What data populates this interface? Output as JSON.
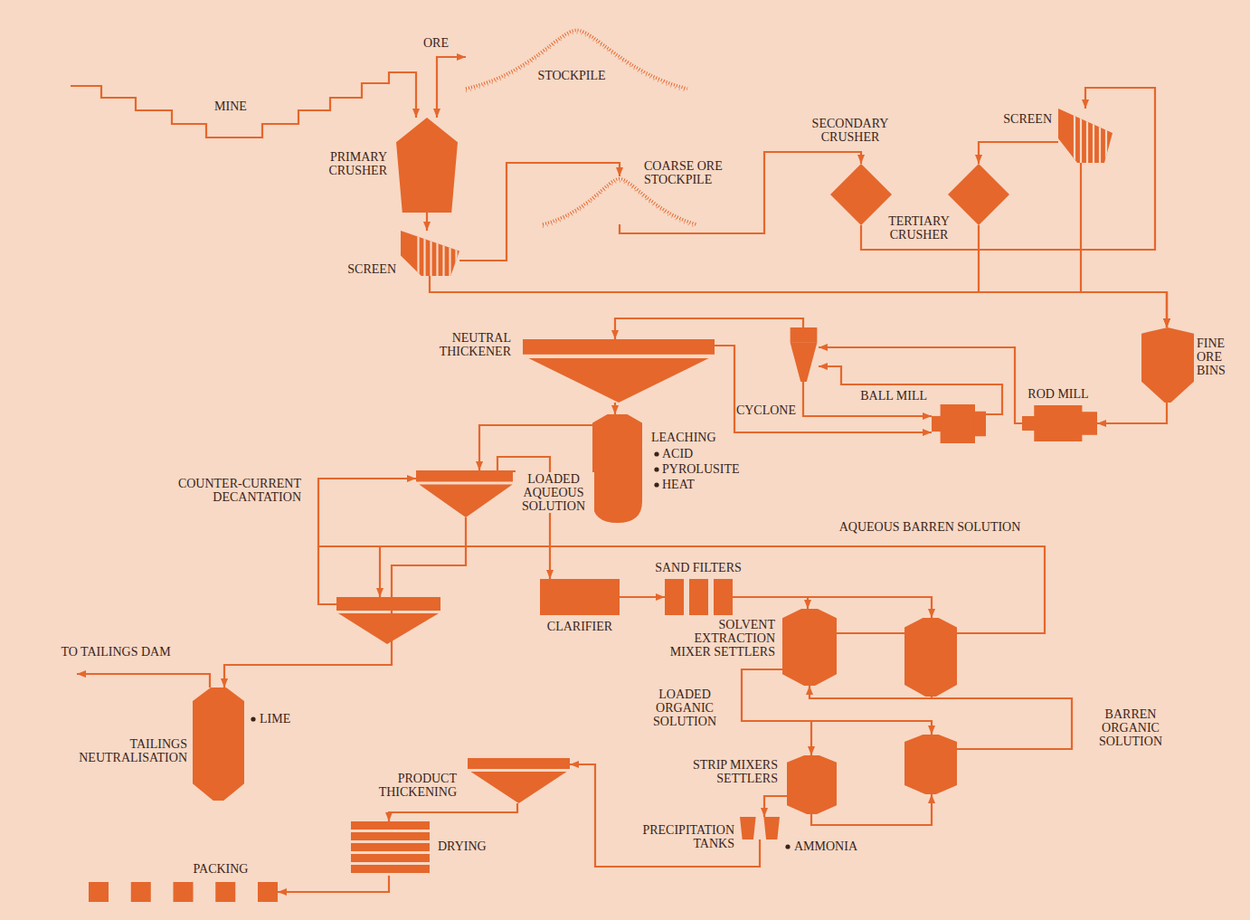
{
  "diagram": {
    "nodes": [
      {
        "text": [
          "MINE"
        ]
      },
      {
        "text": [
          "PRIMARY CRUSHER"
        ]
      },
      {
        "text": [
          "STOCKPILE"
        ]
      },
      {
        "text": [
          "SCREEN"
        ]
      },
      {
        "text": [
          "COARSE ORE STOCKPILE"
        ]
      },
      {
        "text": [
          "SECONDARY CRUSHER"
        ]
      },
      {
        "text": [
          "TERTIARY CRUSHER"
        ]
      },
      {
        "text": [
          "SCREEN"
        ]
      },
      {
        "text": [
          "FINE ORE BINS"
        ]
      },
      {
        "text": [
          "ROD MILL"
        ]
      },
      {
        "text": [
          "BALL MILL"
        ]
      },
      {
        "text": [
          "CYCLONE"
        ]
      },
      {
        "text": [
          "NEUTRAL THICKENER"
        ]
      },
      {
        "text": [
          "LEACHING",
          "ACID",
          "PYROLUSITE",
          "HEAT"
        ]
      },
      {
        "text": [
          "COUNTER-CURRENT DECANTATION"
        ]
      },
      {
        "text": [
          "CLARIFIER"
        ]
      },
      {
        "text": [
          "SAND FILTERS"
        ]
      },
      {
        "text": [
          "SOLVENT EXTRACTION MIXER SETTLERS"
        ]
      },
      {
        "text": [
          "STRIP MIXERS SETTLERS"
        ]
      },
      {
        "text": [
          "PRECIPITATION TANKS",
          "AMMONIA"
        ]
      },
      {
        "text": [
          "PRODUCT THICKENING"
        ]
      },
      {
        "text": [
          "DRYING"
        ]
      },
      {
        "text": [
          "PACKING"
        ]
      },
      {
        "text": [
          "TAILINGS NEUTRALISATION",
          "LIME"
        ]
      }
    ],
    "edges": [
      {
        "from": 0,
        "to": 1,
        "arrow": "to"
      },
      {
        "from": 2,
        "to": 1,
        "arrow": "both"
      },
      {
        "from": 1,
        "to": 3,
        "arrow": "to"
      },
      {
        "from": 3,
        "to": 4,
        "arrow": "to"
      },
      {
        "from": 3,
        "to": 8,
        "arrow": "to"
      },
      {
        "from": 4,
        "to": 5,
        "arrow": "to"
      },
      {
        "from": 5,
        "to": 7,
        "arrow": "to"
      },
      {
        "from": 7,
        "to": 6,
        "arrow": "to"
      },
      {
        "from": 6,
        "to": 8,
        "arrow": "to"
      },
      {
        "from": 7,
        "to": 8,
        "arrow": "to"
      },
      {
        "from": 8,
        "to": 9,
        "arrow": "to"
      },
      {
        "from": 9,
        "to": 11,
        "arrow": "to"
      },
      {
        "from": 11,
        "to": 10,
        "arrow": "to"
      },
      {
        "from": 10,
        "to": 11,
        "arrow": "to"
      },
      {
        "from": 11,
        "to": 12,
        "arrow": "to"
      },
      {
        "from": 12,
        "to": 10,
        "arrow": "to"
      },
      {
        "from": 12,
        "to": 13,
        "arrow": "to"
      },
      {
        "from": 13,
        "to": 14,
        "arrow": "to"
      },
      {
        "from": 14,
        "to": 15,
        "arrow": "to"
      },
      {
        "from": 14,
        "to": 23,
        "arrow": "to"
      },
      {
        "from": 15,
        "to": 16,
        "arrow": "to"
      },
      {
        "from": 16,
        "to": 17,
        "arrow": "to"
      },
      {
        "from": 17,
        "to": 14,
        "arrow": "to"
      },
      {
        "from": 17,
        "to": 18,
        "arrow": "to"
      },
      {
        "from": 18,
        "to": 19,
        "arrow": "to"
      },
      {
        "from": 19,
        "to": 20,
        "arrow": "to"
      },
      {
        "from": 20,
        "to": 21,
        "arrow": "to"
      },
      {
        "from": 21,
        "to": 22,
        "arrow": "to"
      }
    ],
    "labels": [
      "ORE",
      "LOADED AQUEOUS SOLUTION",
      "AQUEOUS BARREN SOLUTION",
      "LOADED ORGANIC SOLUTION",
      "BARREN ORGANIC SOLUTION",
      "TO TAILINGS DAM"
    ]
  }
}
